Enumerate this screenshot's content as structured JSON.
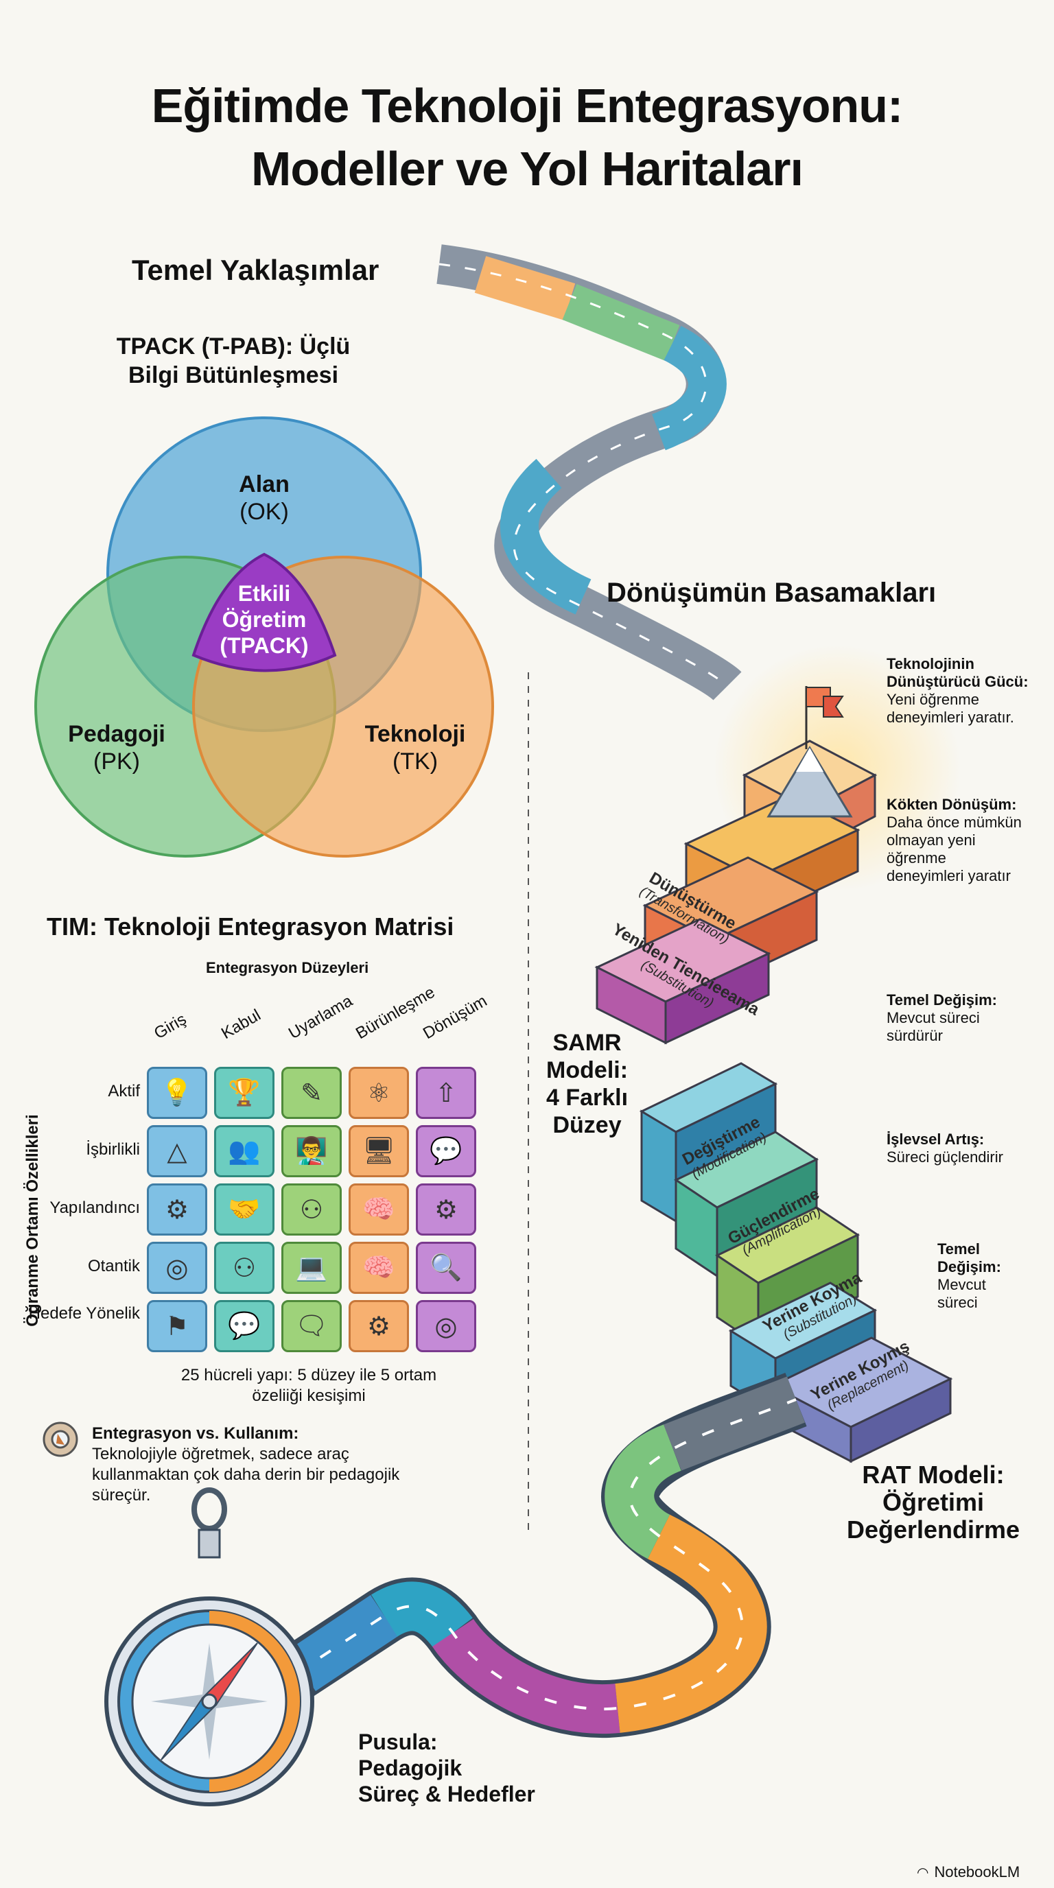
{
  "title": {
    "line1": "Eğitimde Teknoloji Entegrasyonu:",
    "line2": "Modeller ve Yol Haritaları"
  },
  "sections": {
    "basic": "Temel Yaklaşımlar",
    "tpack_title_1": "TPACK (T-PAB): Üçlü",
    "tpack_title_2": "Bilgi Bütünleşmesi",
    "steps": "Dönüşümün Basamakları"
  },
  "venn": {
    "content": {
      "name": "Alan",
      "abbr": "(OK)",
      "color": "#5aa9d8"
    },
    "pedagogy": {
      "name": "Pedagoji",
      "abbr": "(PK)",
      "color": "#6cc27a"
    },
    "technology": {
      "name": "Teknoloji",
      "abbr": "(TK)",
      "color": "#f6a454"
    },
    "center": {
      "line1": "Etkili",
      "line2": "Öğretim",
      "line3": "(TPACK)",
      "color": "#9a3cc4"
    }
  },
  "tim": {
    "title": "TIM: Teknoloji Entegrasyon Matrisi",
    "levels_header": "Entegrasyon Düzeyleri",
    "row_axis": "Öğranme Ortamı Özellikleri",
    "levels": [
      {
        "label": "Giriş",
        "color": "#7fc0e4",
        "border": "#3f7ea6"
      },
      {
        "label": "Kabul",
        "color": "#6ccdc0",
        "border": "#2f8a80"
      },
      {
        "label": "Uyarlama",
        "color": "#9ed27a",
        "border": "#4f8a3a"
      },
      {
        "label": "Bürünleşme",
        "color": "#f7b070",
        "border": "#c7773a"
      },
      {
        "label": "Dönüşüm",
        "color": "#c48ad6",
        "border": "#7a3a8e"
      }
    ],
    "rows": [
      {
        "label": "Aktif",
        "icons": [
          "💡",
          "🏆",
          "✎",
          "⚛",
          "⇧"
        ]
      },
      {
        "label": "İşbirlikli",
        "icons": [
          "△",
          "👥",
          "👨‍🏫",
          "🖥",
          "💬"
        ]
      },
      {
        "label": "Yapılandıncı",
        "icons": [
          "⚙",
          "🤝",
          "⚇",
          "🧠",
          "⚙"
        ]
      },
      {
        "label": "Otantik",
        "icons": [
          "◎",
          "⚇",
          "💻",
          "🧠",
          "🔍"
        ]
      },
      {
        "label": "Hedefe Yönelik",
        "icons": [
          "⚑",
          "💬",
          "🗨",
          "⚙",
          "◎"
        ]
      }
    ],
    "caption_1": "25 hücreli yapı: 5 düzey ile 5 ortam",
    "caption_2": "özeliiği kesişimi"
  },
  "integration_note": {
    "title": "Entegrasyon vs. Kullanım:",
    "line1": "Teknolojiyle öğretmek, sadece araç",
    "line2": "kullanmaktan çok daha derin bir pedagojik",
    "line3": "süreçür."
  },
  "samr": {
    "label_1": "SAMR",
    "label_2": "Modeli:",
    "label_3": "4 Farklı",
    "label_4": "Düzey",
    "steps": [
      {
        "name": "Dünüştürme",
        "en": "(Transformation)"
      },
      {
        "name": "Yeniden Tiencieeama",
        "en": "(Substitution)"
      }
    ]
  },
  "rat": {
    "label_1": "RAT Modeli:",
    "label_2": "Öğretimi",
    "label_3": "Değerlendirme",
    "steps": [
      {
        "name": "Değiştirme",
        "en": "(Modification)"
      },
      {
        "name": "Güçlendirme",
        "en": "(Amplification)"
      },
      {
        "name": "Yerine Koyma",
        "en": "(Substitution)"
      },
      {
        "name": "Yerine Koynış",
        "en": "(Replacement)"
      }
    ]
  },
  "right_notes": [
    {
      "bold": "Teknolojinin Dünüştürücü Gücü:",
      "text": "Yeni öğrenme deneyimleri yaratır."
    },
    {
      "bold": "Kökten Dönüşüm:",
      "text": "Daha önce mümkün olmayan yeni öğrenme deneyimleri yaratır"
    },
    {
      "bold": "Temel Değişim:",
      "text": "Mevcut süreci sürdürür"
    },
    {
      "bold": "İşlevsel Artış:",
      "text": "Süreci güçlendirir"
    },
    {
      "bold": "Temel Değişim:",
      "text": "Mevcut süreci"
    }
  ],
  "compass": {
    "label_1": "Pusula:",
    "label_2": "Pedagojik",
    "label_3": "Süreç & Hedefler"
  },
  "brand": "NotebookLM"
}
